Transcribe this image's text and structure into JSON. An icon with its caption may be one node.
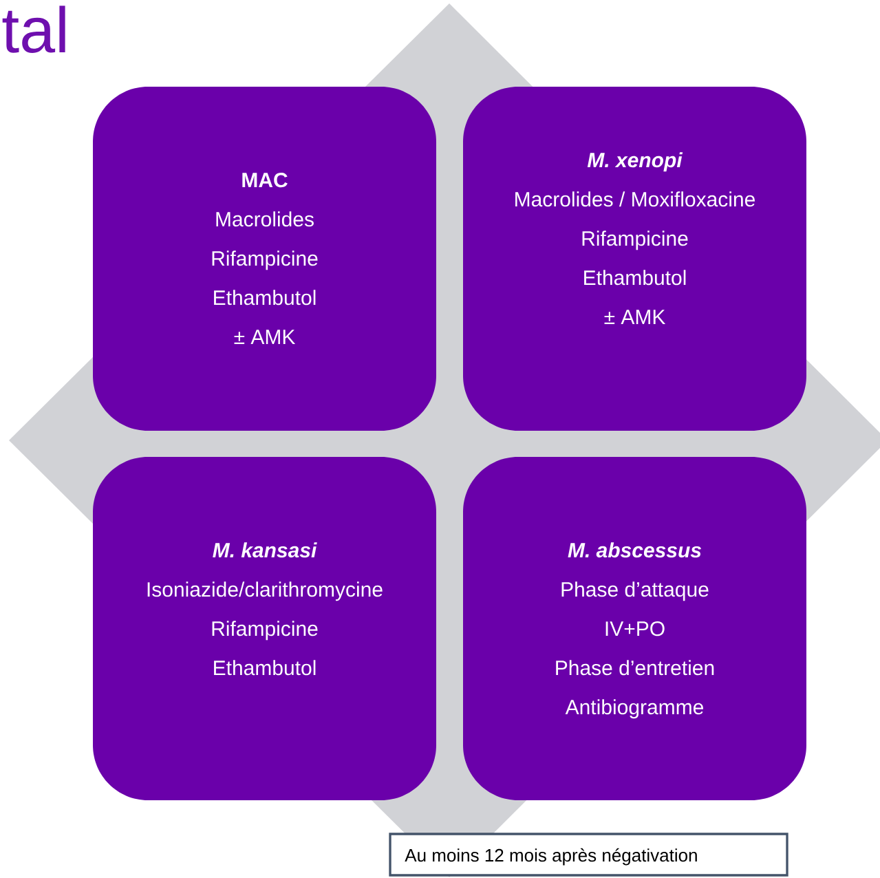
{
  "diagram": {
    "title": "tal",
    "nodes": [
      {
        "text": [
          "MAC",
          "Macrolides",
          "Rifampicine",
          "Ethambutol",
          "± AMK"
        ]
      },
      {
        "text": [
          "M. xenopi",
          "Macrolides / Moxifloxacine",
          "Rifampicine",
          "Ethambutol",
          "± AMK"
        ]
      },
      {
        "text": [
          "M. kansasi",
          "Isoniazide/clarithromycine",
          "Rifampicine",
          "Ethambutol"
        ]
      },
      {
        "text": [
          "M. abscessus",
          "Phase d’attaque",
          "IV+PO",
          "Phase d’entretien",
          "Antibiogramme"
        ]
      },
      {
        "text": [
          "Au moins 12 mois après négativation"
        ]
      }
    ]
  }
}
